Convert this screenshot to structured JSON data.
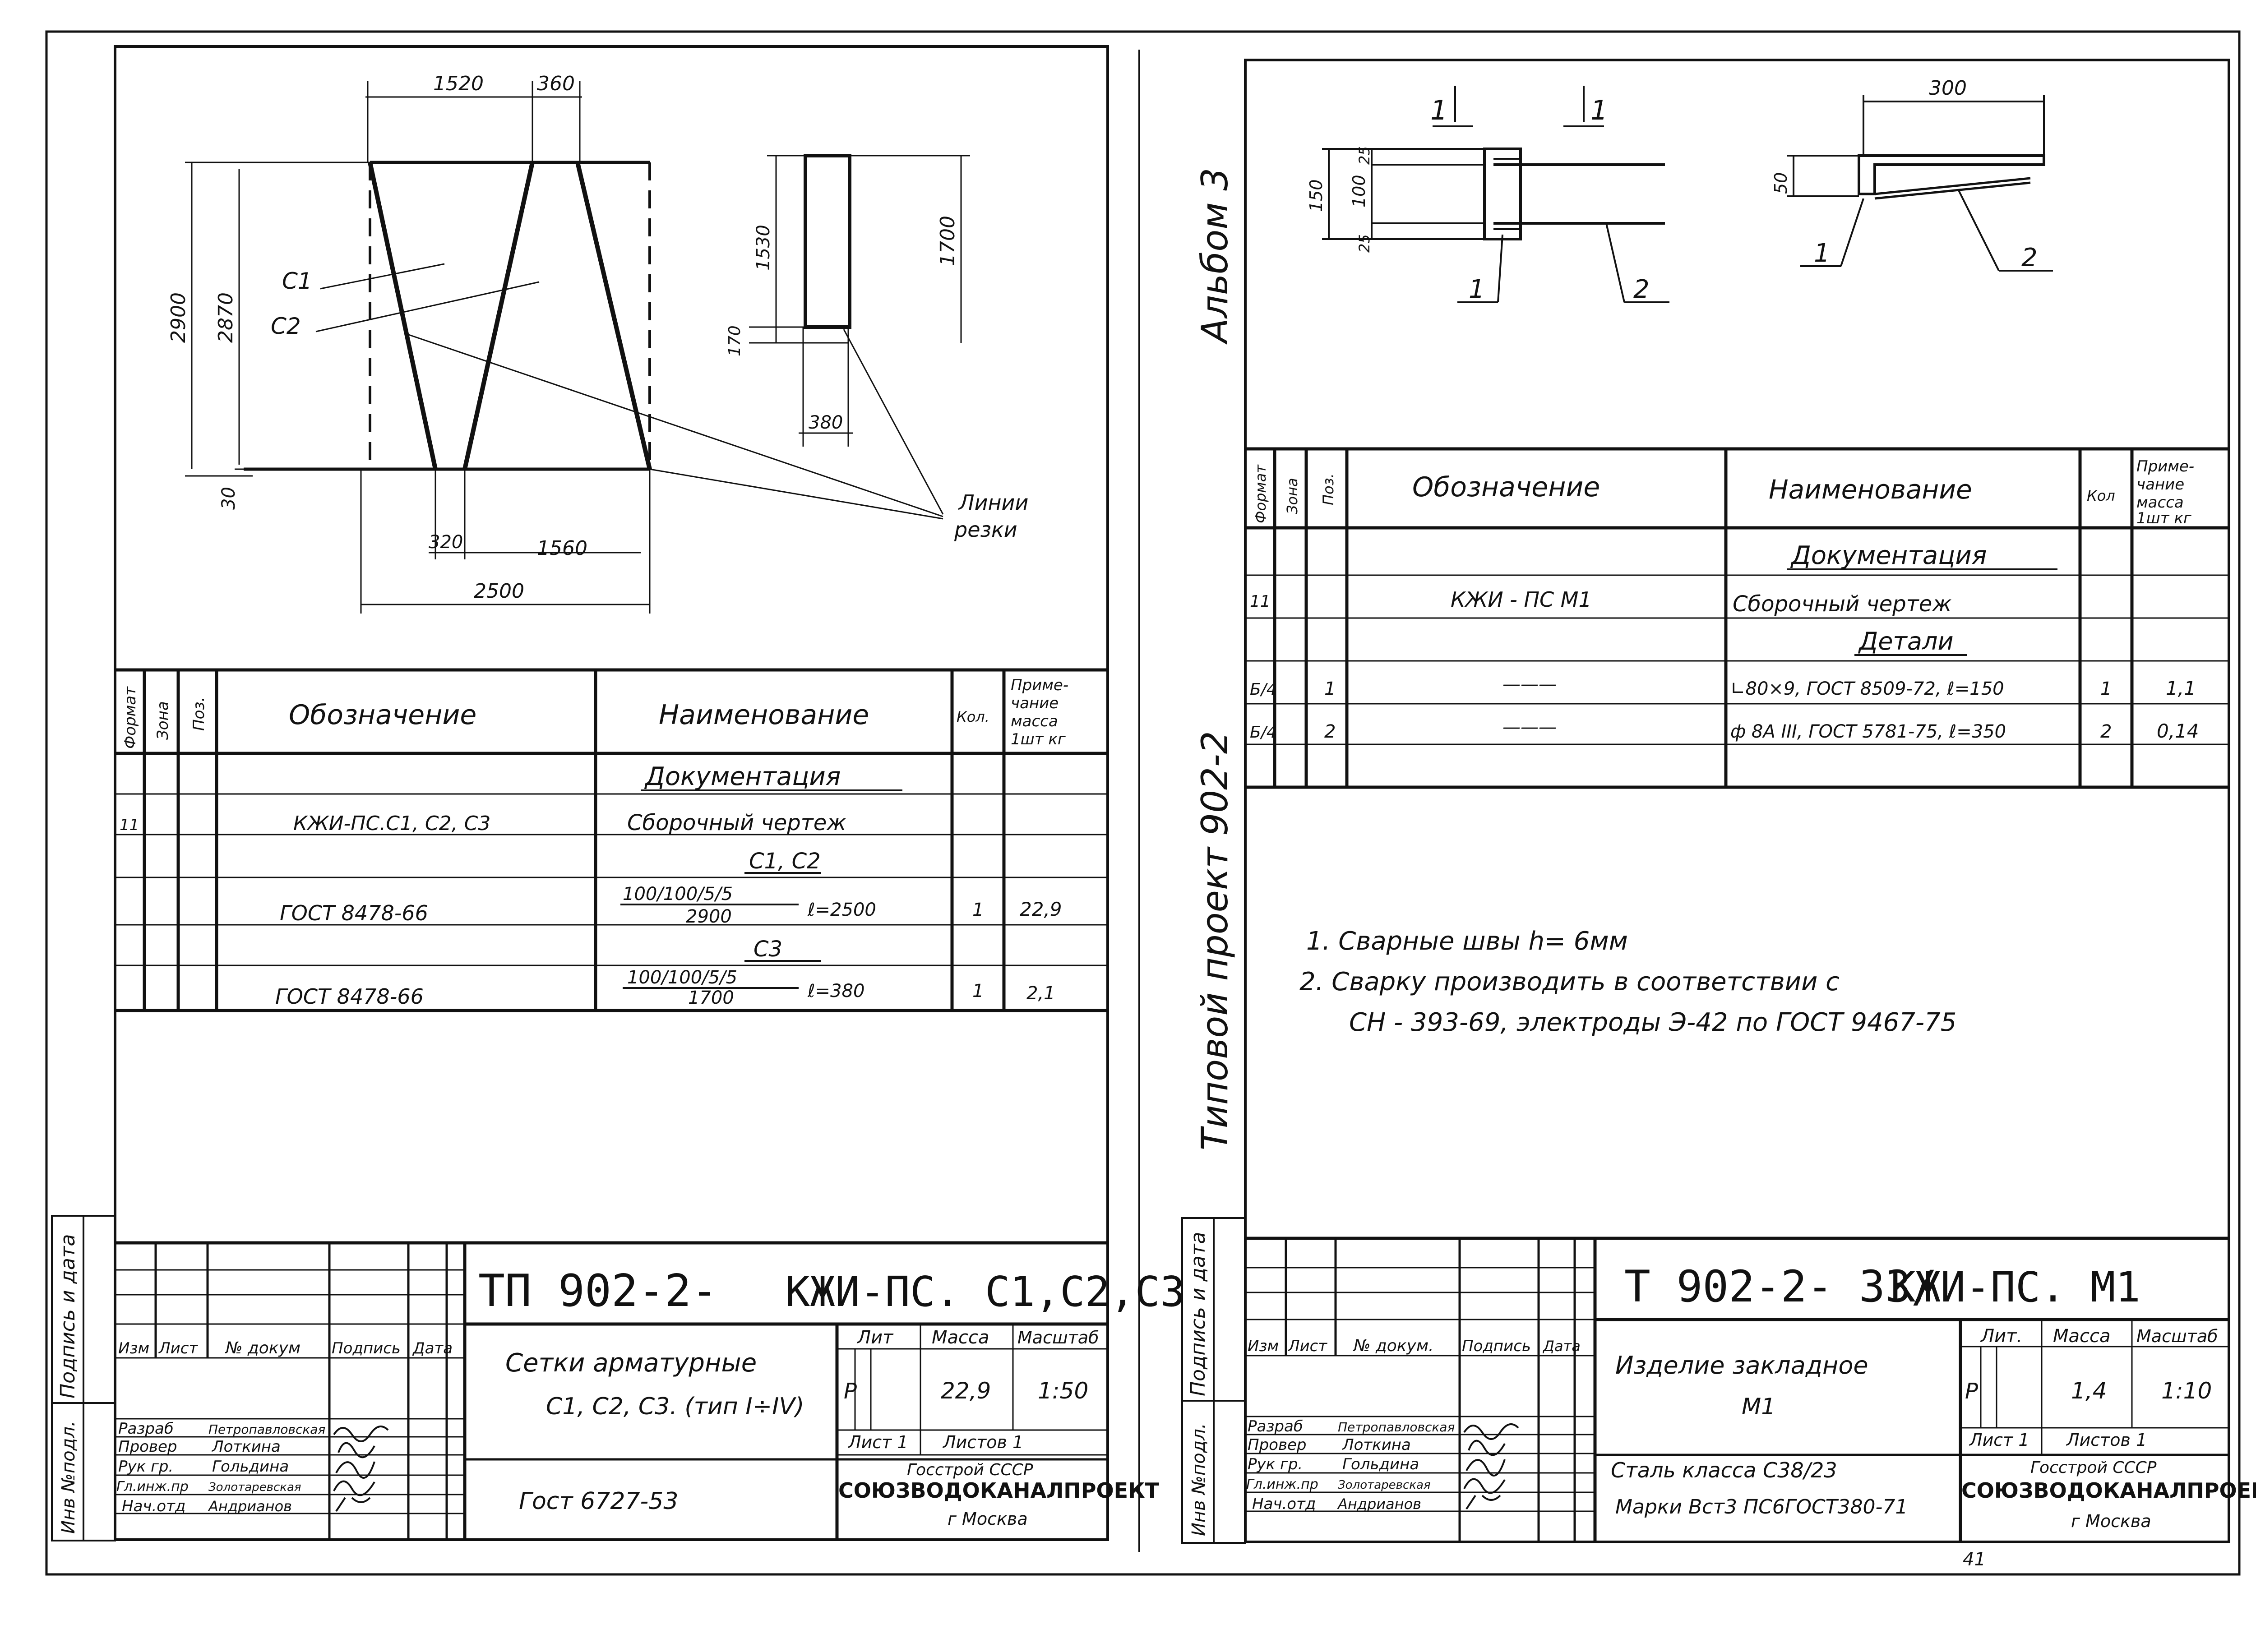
{
  "left": {
    "drawing": {
      "dims": {
        "top1": "1520",
        "top2": "360",
        "h_outer": "2900",
        "h_inner": "2870",
        "bottom_gap": "30",
        "small_h1": "1530",
        "small_h2": "1700",
        "small_gap": "170",
        "small_w": "380",
        "bot_small": "320",
        "bot_1560": "1560",
        "bot_total": "2500"
      },
      "label_c1": "С1",
      "label_c2": "С2",
      "cut_lines_1": "Линии",
      "cut_lines_2": "резки"
    },
    "table": {
      "headers": {
        "format": "Формат",
        "zone": "Зона",
        "pos": "Поз.",
        "designation": "Обозначение",
        "name": "Наименование",
        "qty": "Кол.",
        "note_1": "Приме-",
        "note_2": "чание",
        "note_3": "масса",
        "note_4": "1шт кг"
      },
      "section_docs": "Документация",
      "row1": {
        "format": "11",
        "designation": "КЖИ-ПС.С1, С2, С3",
        "name": "Сборочный чертеж"
      },
      "section_c1c2": "С1, С2",
      "row2": {
        "designation": "ГОСТ 8478-66",
        "frac_top": "100/100/5/5",
        "frac_bottom": "2900",
        "length": "ℓ=2500",
        "qty": "1",
        "mass": "22,9"
      },
      "section_c3": "С3",
      "row3": {
        "designation": "ГОСТ 8478-66",
        "frac_top": "100/100/5/5",
        "frac_bottom": "1700",
        "length": "ℓ=380",
        "qty": "1",
        "mass": "2,1"
      }
    },
    "stamp": {
      "code": "ТП 902-2-",
      "code_right": "КЖИ-ПС. С1,С2,С3",
      "title_1": "Сетки арматурные",
      "title_2": "С1, С2, С3. (тип I÷IV)",
      "gost": "Гост 6727-53",
      "lit": "Лит",
      "mass_h": "Масса",
      "scale_h": "Масштаб",
      "lit_val": "Р",
      "mass_val": "22,9",
      "scale_val": "1:50",
      "sheet": "Лист 1",
      "sheets": "Листов 1",
      "org_1": "Госстрой СССР",
      "org_2": "СОЮЗВОДОКАНАЛПРОЕКТ",
      "org_3": "г Москва",
      "col_izm": "Изм",
      "col_list": "Лист",
      "col_doc": "№ докум",
      "col_sign": "Подпись",
      "col_date": "Дата",
      "roles": [
        "Разраб",
        "Провер",
        "Рук гр.",
        "Гл.инж.пр",
        "Нач.отд"
      ],
      "names": [
        "Петропавловская",
        "Лоткина",
        "Гольдина",
        "Золотаревская",
        "Андрианов"
      ]
    },
    "side_1": "Подпись и дата",
    "side_2": "Инв №подл."
  },
  "right": {
    "side_album": "Альбом 3",
    "side_project": "Типовой проект 902-2",
    "drawing": {
      "view": "1",
      "d150": "150",
      "d100": "100",
      "d25a": "25",
      "d25b": "25",
      "d300": "300",
      "d50": "50",
      "callout_1": "1",
      "callout_2": "2"
    },
    "table": {
      "headers": {
        "format": "Формат",
        "zone": "Зона",
        "pos": "Поз.",
        "designation": "Обозначение",
        "name": "Наименование",
        "qty": "Кол",
        "note_1": "Приме-",
        "note_2": "чание",
        "note_3": "масса",
        "note_4": "1шт кг"
      },
      "section_docs": "Документация",
      "row1": {
        "format": "11",
        "designation": "КЖИ - ПС М1",
        "name": "Сборочный чертеж"
      },
      "section_details": "Детали",
      "row2": {
        "format": "Б/4",
        "pos": "1",
        "designation": "———",
        "name": "∟80×9, ГОСТ 8509-72, ℓ=150",
        "qty": "1",
        "mass": "1,1"
      },
      "row3": {
        "format": "Б/4",
        "pos": "2",
        "designation": "———",
        "name": "ф 8А III, ГОСТ 5781-75, ℓ=350",
        "qty": "2",
        "mass": "0,14"
      }
    },
    "notes": [
      "1. Сварные швы h= 6мм",
      "2. Сварку производить в соответствии с",
      "СН - 393-69, электроды Э-42 по ГОСТ 9467-75"
    ],
    "stamp": {
      "code": "Т 902-2- 33/",
      "code_right": "КЖИ-ПС. М1",
      "title_1": "Изделие закладное",
      "title_2": "М1",
      "steel_1": "Сталь класса С38/23",
      "steel_2": "Марки Вст3 ПС6ГОСТ380-71",
      "lit": "Лит.",
      "mass_h": "Масса",
      "scale_h": "Масштаб",
      "lit_val": "Р",
      "mass_val": "1,4",
      "scale_val": "1:10",
      "sheet": "Лист 1",
      "sheets": "Листов 1",
      "org_1": "Госстрой СССР",
      "org_2": "СОЮЗВОДОКАНАЛПРОЕКТ",
      "org_3": "г Москва",
      "col_izm": "Изм",
      "col_list": "Лист",
      "col_doc": "№ докум.",
      "col_sign": "Подпись",
      "col_date": "Дата",
      "roles": [
        "Разраб",
        "Провер",
        "Рук гр.",
        "Гл.инж.пр",
        "Нач.отд"
      ],
      "names": [
        "Петропавловская",
        "Лоткина",
        "Гольдина",
        "Золотаревская",
        "Андрианов"
      ],
      "page_no": "41"
    },
    "side_1": "Подпись и дата",
    "side_2": "Инв №подл."
  }
}
